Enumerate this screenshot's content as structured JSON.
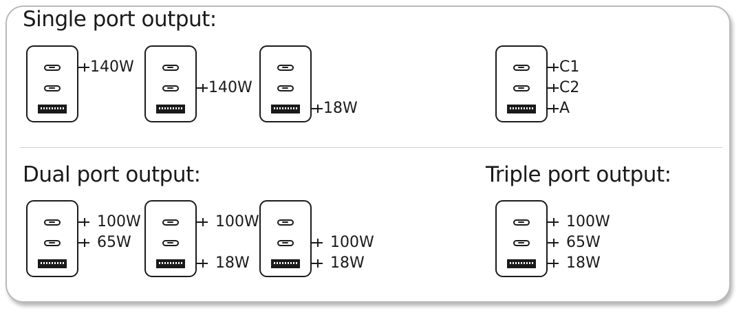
{
  "sections": {
    "single": "Single port output:",
    "dual": "Dual port output:",
    "triple": "Triple port output:"
  },
  "diagrams": {
    "single_1": {
      "c1": "140W",
      "c2": "",
      "a": ""
    },
    "single_2": {
      "c1": "",
      "c2": "140W",
      "a": ""
    },
    "single_3": {
      "c1": "",
      "c2": "",
      "a": "18W"
    },
    "legend": {
      "c1": "C1",
      "c2": "C2",
      "a": "A"
    },
    "dual_1": {
      "c1": "100W",
      "c2": "65W",
      "a": ""
    },
    "dual_2": {
      "c1": "100W",
      "c2": "",
      "a": "18W"
    },
    "dual_3": {
      "c1": "",
      "c2": "100W",
      "a": "18W"
    },
    "triple": {
      "c1": "100W",
      "c2": "65W",
      "a": "18W"
    }
  }
}
